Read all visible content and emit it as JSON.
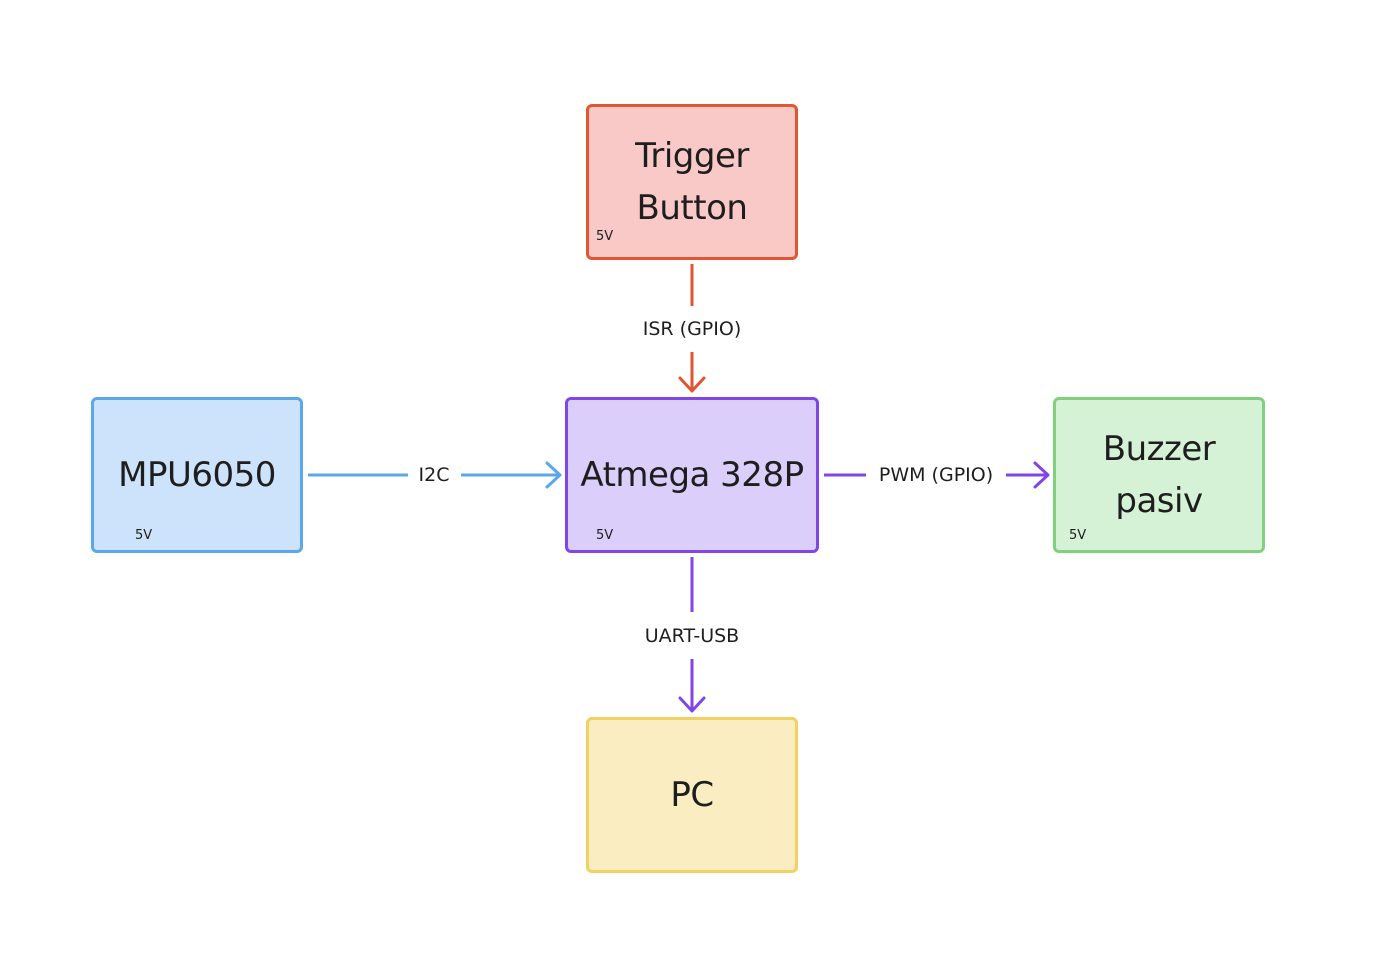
{
  "nodes": {
    "trigger": {
      "title": "Trigger\nButton",
      "voltage": "5V",
      "fill": "#f8c9c6",
      "stroke": "#e05532"
    },
    "mpu": {
      "title": "MPU6050",
      "voltage": "5V",
      "fill": "#cde3fb",
      "stroke": "#5aa7ec"
    },
    "mcu": {
      "title": "Atmega 328P",
      "voltage": "5V",
      "fill": "#dbcefa",
      "stroke": "#8046e8"
    },
    "buzzer": {
      "title": "Buzzer\npasiv",
      "voltage": "5V",
      "fill": "#d5f2d6",
      "stroke": "#7fd17f"
    },
    "pc": {
      "title": "PC",
      "fill": "#fbedc2",
      "stroke": "#f3d062"
    }
  },
  "edges": {
    "isr": {
      "label": "ISR (GPIO)",
      "color": "#e05532"
    },
    "i2c": {
      "label": "I2C",
      "color": "#5aa7ec"
    },
    "pwm": {
      "label": "PWM (GPIO)",
      "color": "#8046e8"
    },
    "uart": {
      "label": "UART-USB",
      "color": "#8046e8"
    }
  }
}
